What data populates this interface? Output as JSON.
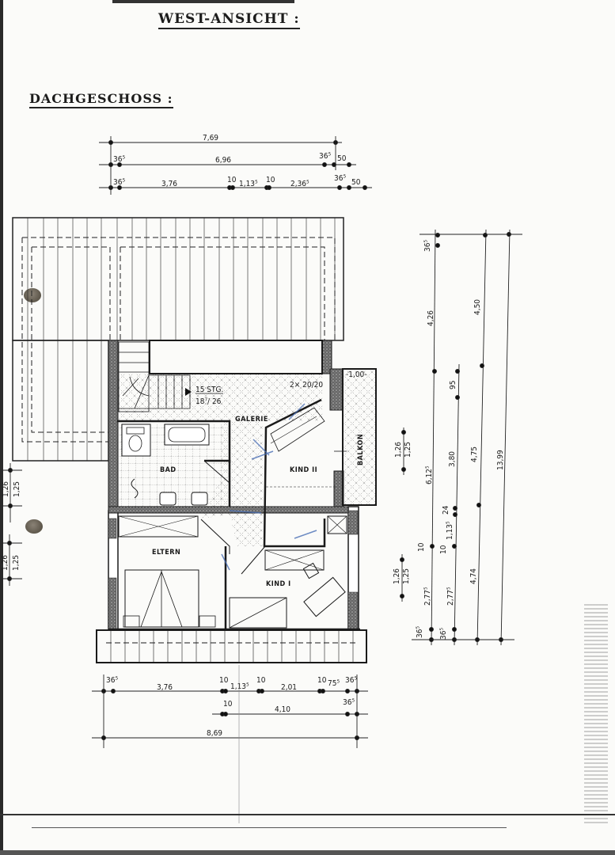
{
  "headings": {
    "west_view": "WEST-ANSICHT :",
    "floor": "DACHGESCHOSS :"
  },
  "rooms": {
    "galerie": "GALERIE",
    "bad": "BAD",
    "kind2": "KIND II",
    "kind1": "KIND I",
    "eltern": "ELTERN",
    "balkon": "BALKON"
  },
  "stairs": {
    "steps": "15 STG.",
    "ratio": "18⁷/ 26"
  },
  "annotations": {
    "column": "2× 20/20",
    "balcony_width": "-1,00-"
  },
  "top_dimensions": {
    "row1": {
      "overall": "7,69"
    },
    "row2": {
      "left": "36⁵",
      "span": "6,96",
      "right1": "36⁵",
      "right2": "50"
    },
    "row3": {
      "a": "36⁵",
      "b": "3,76",
      "c": "10",
      "d": "1,13⁵",
      "e": "10",
      "f": "2,36⁵",
      "g": "36⁵",
      "h": "50"
    }
  },
  "bottom_dimensions": {
    "row1": {
      "a": "36⁵",
      "b": "3,76",
      "c": "10",
      "d": "1,13⁵",
      "e": "10",
      "f": "2,01",
      "g": "10",
      "h": "75⁵",
      "i": "36⁵"
    },
    "row2": {
      "a": "10",
      "b": "4,10",
      "c": "36⁵"
    },
    "row3": {
      "overall": "8,69"
    }
  },
  "right_dimensions": {
    "col1": {
      "a": "36⁵",
      "b": "4,26",
      "c": "6,12⁵",
      "d": "10",
      "e": "2,77⁵",
      "f": "36⁵"
    },
    "col2": {
      "a": "95",
      "b": "3,80",
      "c": "24",
      "d": "1,13⁵",
      "e": "10",
      "f": "2,77⁵",
      "g": "36⁵"
    },
    "col3": {
      "a": "4,50",
      "b": "4,75",
      "c": "4,74"
    },
    "col4": {
      "overall": "13,99"
    },
    "windows": [
      {
        "top": "1,26",
        "bottom": "1,25"
      },
      {
        "top": "1,26",
        "bottom": "1,25"
      }
    ]
  },
  "left_dimensions": {
    "windows": [
      {
        "top": "1,26",
        "bottom": "1,25"
      },
      {
        "top": "1,26",
        "bottom": "1,25"
      }
    ]
  },
  "colors": {
    "ink": "#1a1a1a",
    "paper": "#fbfbf9",
    "pen_marks": "#4a6fb5"
  }
}
